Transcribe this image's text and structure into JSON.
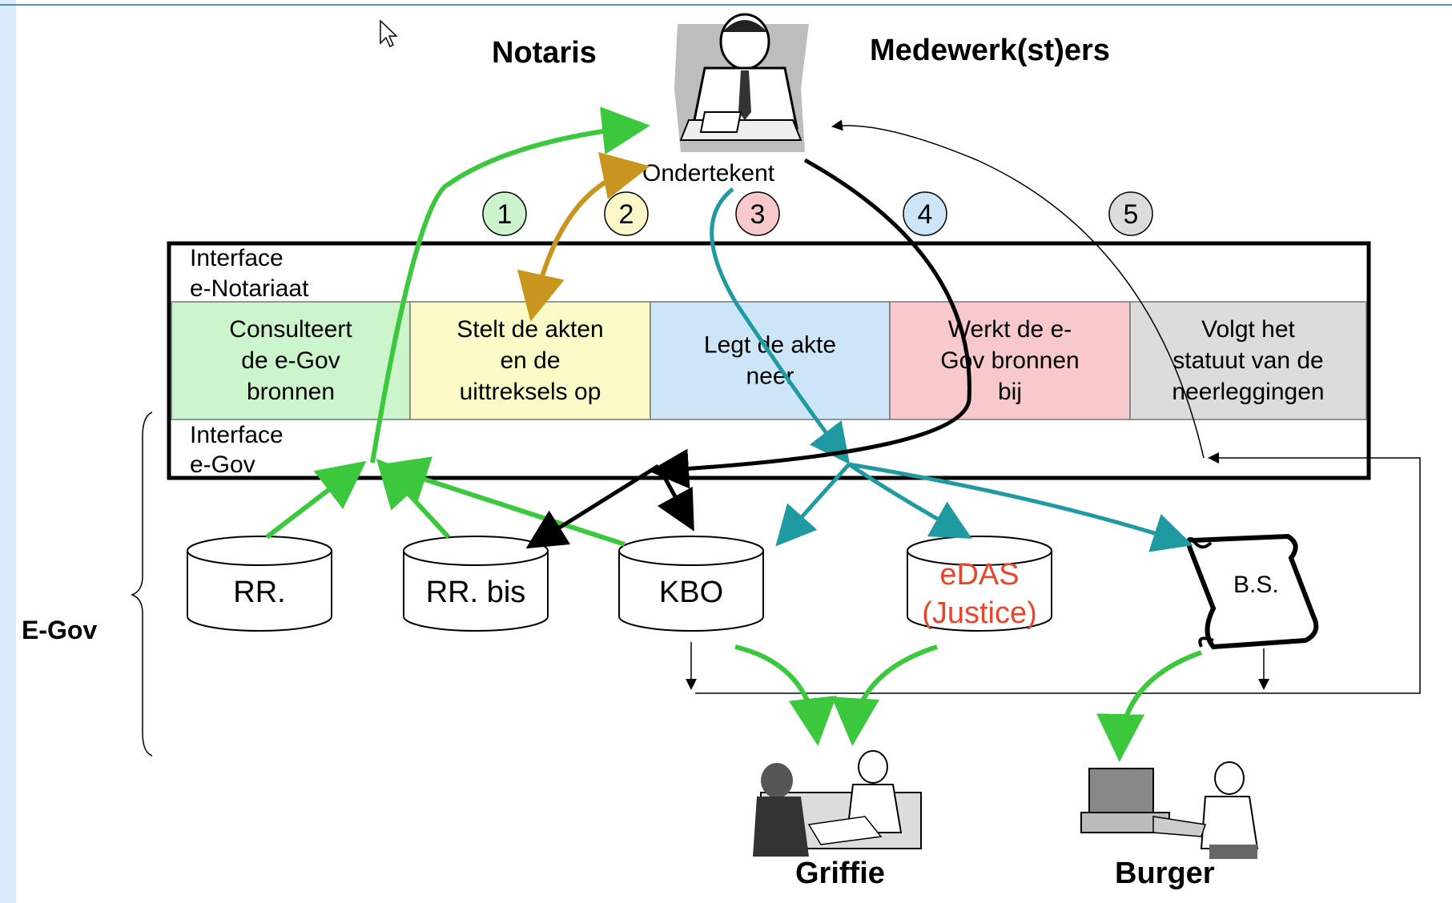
{
  "header": {
    "notaris_label": "Notaris",
    "medewerkers_label": "Medewerk(st)ers",
    "ondertekent_label": "Ondertekent"
  },
  "steps": [
    {
      "label": "1",
      "color": "#cdf3cd"
    },
    {
      "label": "2",
      "color": "#fbf7c8"
    },
    {
      "label": "3",
      "color": "#f7c9cc"
    },
    {
      "label": "4",
      "color": "#cce6f8"
    },
    {
      "label": "5",
      "color": "#dcdcdc"
    }
  ],
  "interface_top": {
    "line1": "Interface",
    "line2": "e-Notariaat"
  },
  "interface_bottom": {
    "line1": "Interface",
    "line2": "e-Gov"
  },
  "cells": [
    {
      "lines": [
        "Consulteert",
        "de e-Gov",
        "bronnen"
      ],
      "color": "#ccf5cc"
    },
    {
      "lines": [
        "Stelt de akten",
        "en de",
        "uittreksels op"
      ],
      "color": "#fbfbc8"
    },
    {
      "lines": [
        "Legt de akte",
        "neer"
      ],
      "color": "#cce6f8"
    },
    {
      "lines": [
        "Werkt de e-",
        "Gov bronnen",
        "bij"
      ],
      "color": "#f7c9cc"
    },
    {
      "lines": [
        "Volgt het",
        "statuut van de",
        "neerleggingen"
      ],
      "color": "#dcdcdc"
    }
  ],
  "databases": [
    {
      "label": "RR."
    },
    {
      "label": "RR. bis"
    },
    {
      "label": "KBO"
    },
    {
      "label_line1": "eDAS",
      "label_line2": "(Justice)",
      "color": "#e8462a"
    }
  ],
  "scroll_label": "B.S.",
  "egov_label": "E-Gov",
  "griffie_label": "Griffie",
  "burger_label": "Burger",
  "colors": {
    "green": "#3cc83c",
    "gold": "#c8961e",
    "teal": "#1e9aa0",
    "black": "#000000",
    "left_bar": "#d8ecfb"
  }
}
